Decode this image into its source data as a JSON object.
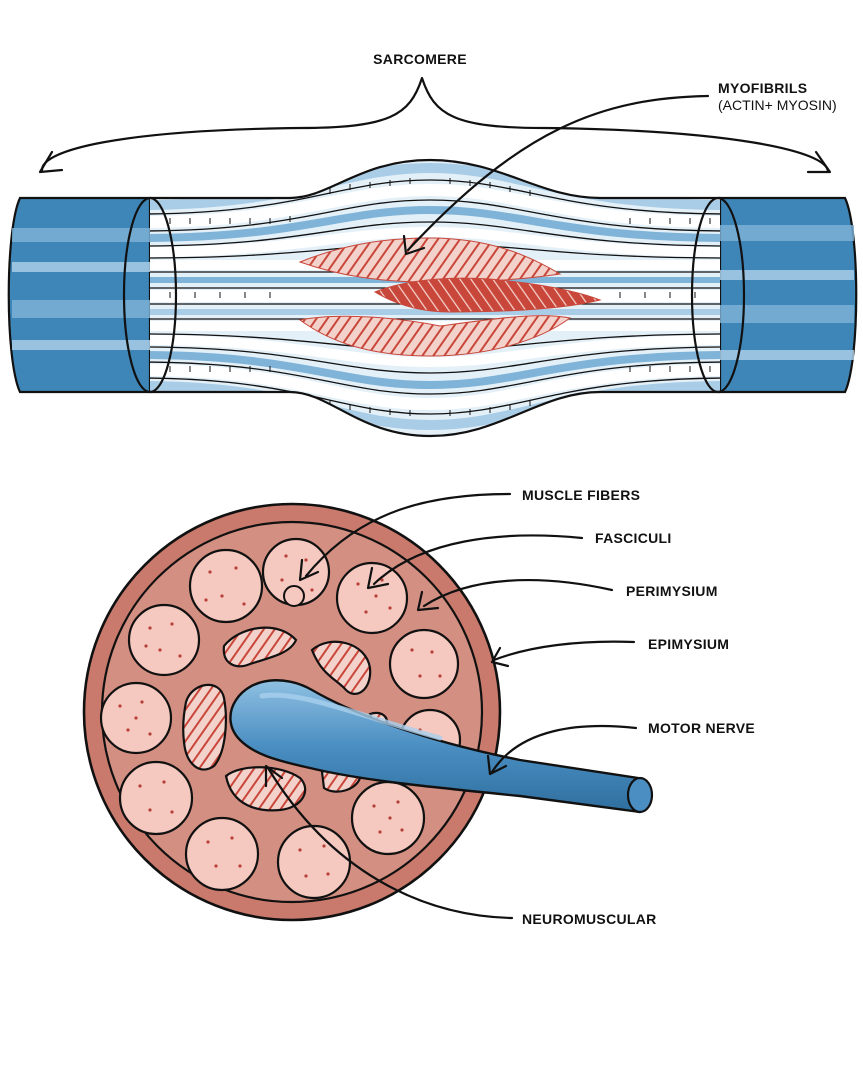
{
  "labels": {
    "sarcomere": "SARCOMERE",
    "myofibrils": "MYOFIBRILS",
    "myofibrils_sub": "(ACTIN+ MYOSIN)",
    "muscle_fibers": "MUSCLE FIBERS",
    "fasciculi": "FASCICULI",
    "perimysium": "PERIMYSIUM",
    "epimysium": "EPIMYSIUM",
    "motor_nerve": "MOTOR NERVE",
    "neuromuscular": "NEUROMUSCULAR"
  },
  "colors": {
    "tube_blue": "#3f86b8",
    "tube_light": "#a9cde6",
    "tube_pale": "#e4f0f8",
    "actin_red": "#c9473a",
    "epimysium_fill": "#c97a6c",
    "fascicle_fill": "#f6c9c0",
    "dot_red": "#b8403a",
    "nerve_blue": "#4a8ec2",
    "ink": "#111111"
  }
}
